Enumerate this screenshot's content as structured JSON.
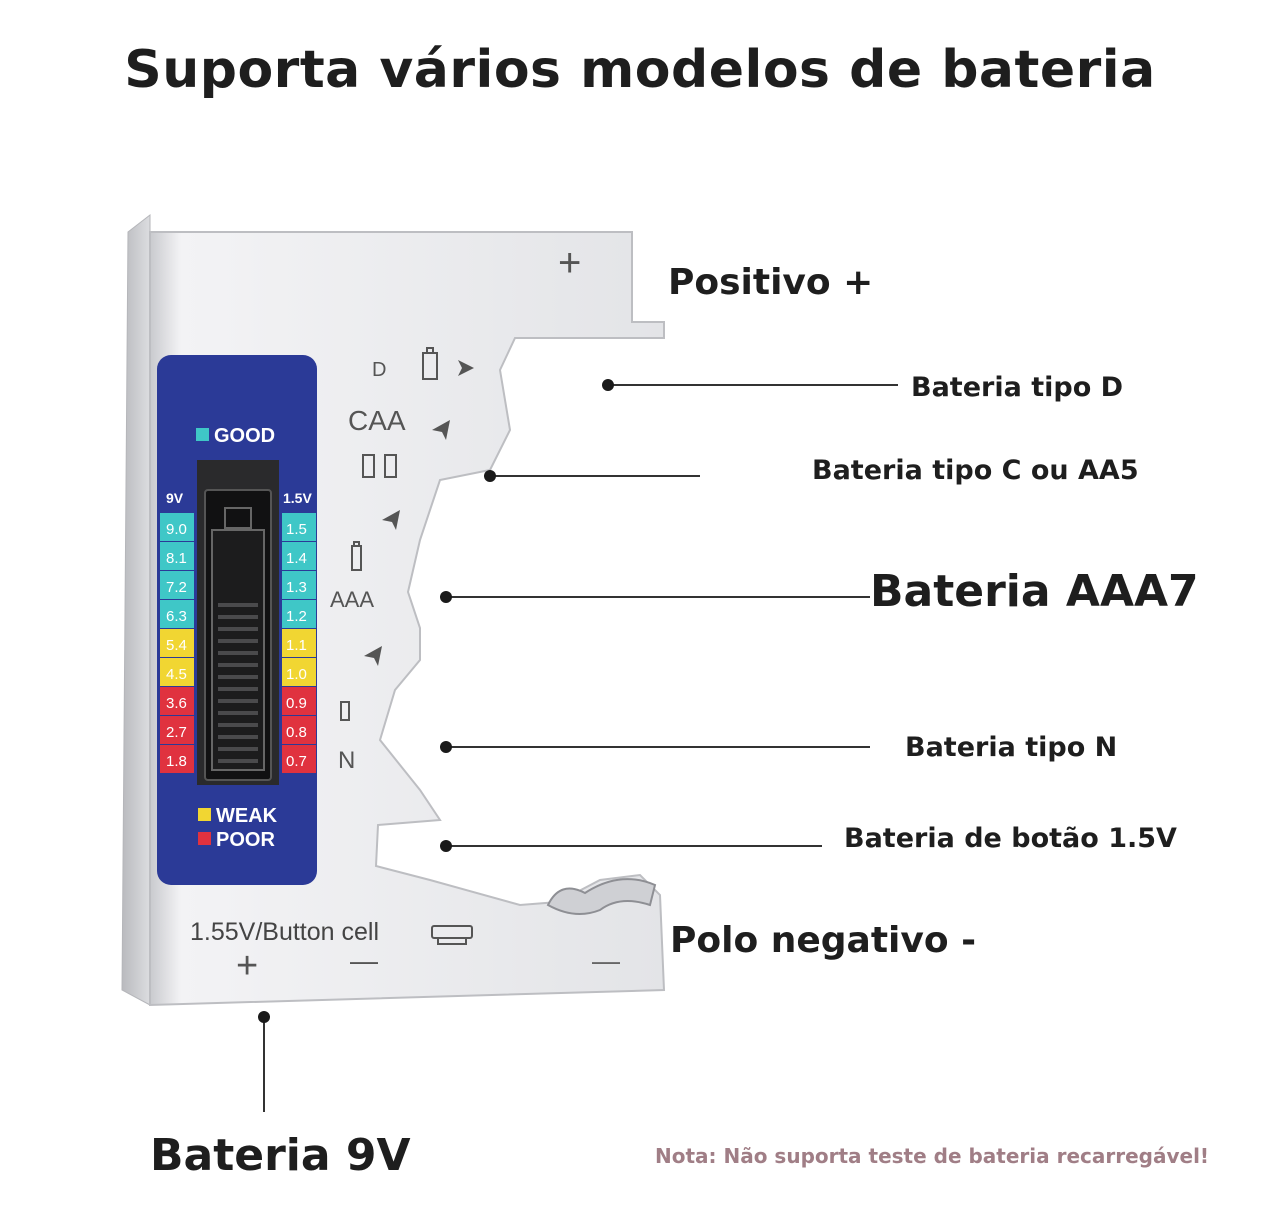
{
  "title": "Suporta vários modelos de bateria",
  "device": {
    "panel_good": "GOOD",
    "panel_weak": "WEAK",
    "panel_poor": "POOR",
    "scale_9v_header": "9V",
    "scale_15v_header": "1.5V",
    "scale_9v": [
      "9.0",
      "8.1",
      "7.2",
      "6.3",
      "5.4",
      "4.5",
      "3.6",
      "2.7",
      "1.8"
    ],
    "scale_15v": [
      "1.5",
      "1.4",
      "1.3",
      "1.2",
      "1.1",
      "1.0",
      "0.9",
      "0.8",
      "0.7"
    ],
    "slot_d": "D",
    "slot_caa": "CAA",
    "slot_aaa": "AAA",
    "slot_n": "N",
    "button_cell": "1.55V/Button cell",
    "plus": "+",
    "minus": "—",
    "colors": {
      "good": "#3fc7c7",
      "weak": "#f1d632",
      "poor": "#e0323f",
      "panel": "#2b3a97",
      "body": "#e4e5e8"
    }
  },
  "callouts": {
    "positive": "Positivo +",
    "type_d": "Bateria tipo D",
    "type_c": "Bateria tipo C ou AA5",
    "aaa": "Bateria AAA7",
    "type_n": "Bateria tipo N",
    "button": "Bateria de botão 1.5V",
    "negative": "Polo negativo -",
    "nine_v": "Bateria 9V"
  },
  "note": "Nota: Não suporta teste de bateria recarregável!"
}
